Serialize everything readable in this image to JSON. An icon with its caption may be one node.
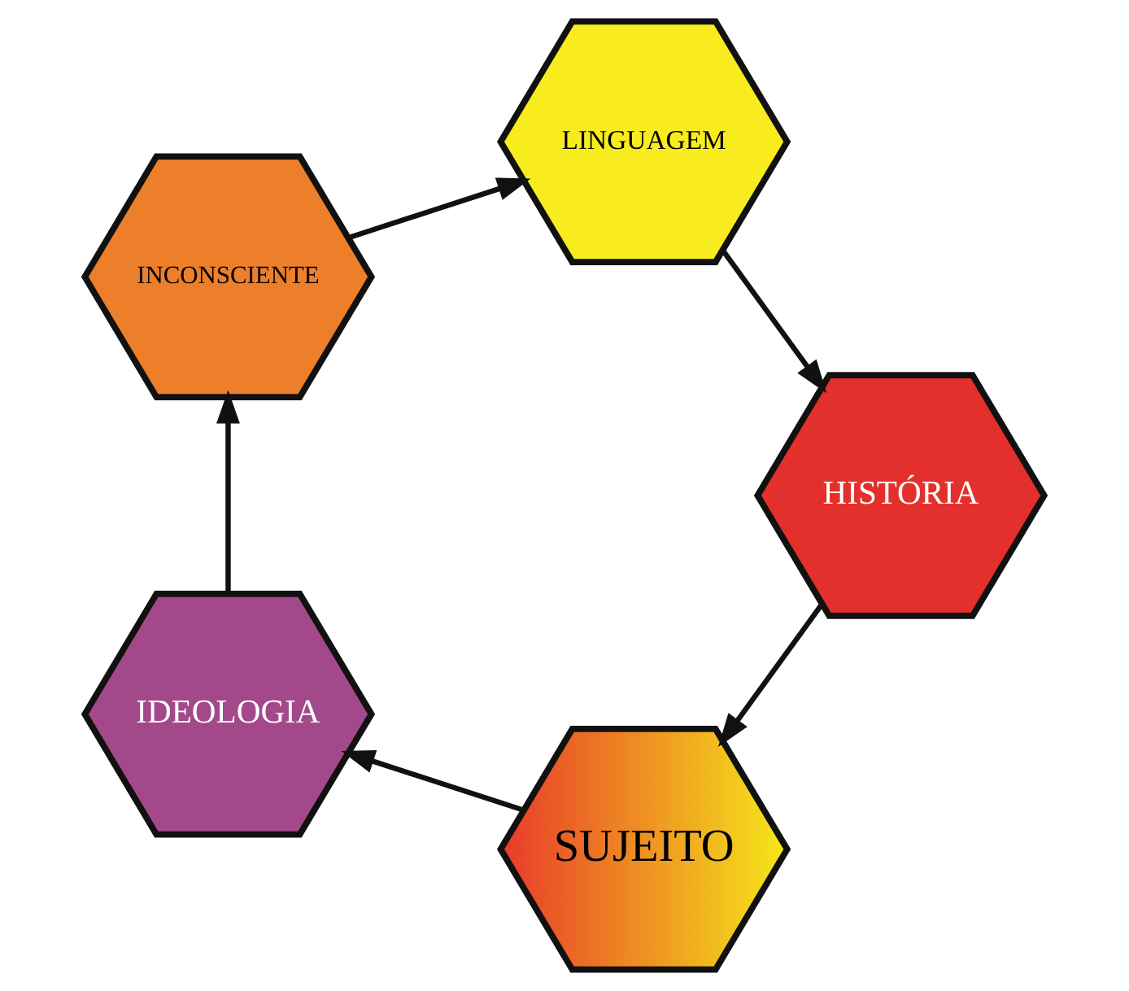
{
  "diagram": {
    "nodes": [
      {
        "text": [
          "SUJEITO"
        ]
      },
      {
        "text": [
          "IDEOLOGIA"
        ]
      },
      {
        "text": [
          "INCONSCIENTE"
        ]
      },
      {
        "text": [
          "LINGUAGEM"
        ]
      },
      {
        "text": [
          "HISTÓRIA"
        ]
      }
    ],
    "edges": [
      {
        "from": 0,
        "to": 1,
        "arrow": "to"
      },
      {
        "from": 1,
        "to": 2,
        "arrow": "to"
      },
      {
        "from": 2,
        "to": 3,
        "arrow": "to"
      },
      {
        "from": 3,
        "to": 4,
        "arrow": "to"
      },
      {
        "from": 4,
        "to": 0,
        "arrow": "to"
      }
    ]
  }
}
